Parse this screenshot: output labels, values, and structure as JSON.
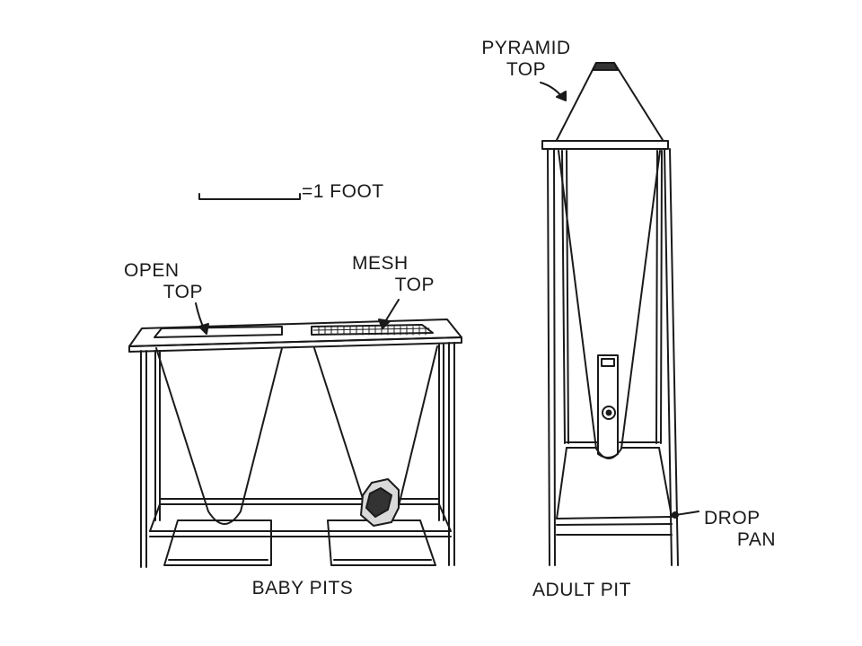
{
  "diagram": {
    "labels": {
      "pyramid_top": [
        "PYRAMID",
        "TOP"
      ],
      "scale": "=1 FOOT",
      "open_top": [
        "OPEN",
        "TOP"
      ],
      "mesh_top": [
        "MESH",
        "TOP"
      ],
      "drop_pan": [
        "DROP",
        "PAN"
      ],
      "baby_pits": "BABY PITS",
      "adult_pit": "ADULT PIT"
    },
    "components": [
      {
        "id": "baby-pits",
        "name": "Baby pits table with two conical pits"
      },
      {
        "id": "adult-pit",
        "name": "Tall adult pit with pyramid top"
      },
      {
        "id": "scale-bar",
        "name": "Scale bar"
      }
    ],
    "edges": [
      {
        "from": "open-top-label",
        "to": "baby-pits-open-slot",
        "type": "arrow"
      },
      {
        "from": "mesh-top-label",
        "to": "baby-pits-mesh-slot",
        "type": "arrow"
      },
      {
        "from": "pyramid-top-label",
        "to": "adult-pit-pyramid",
        "type": "arrow"
      },
      {
        "from": "drop-pan-label",
        "to": "adult-pit-frame",
        "type": "line"
      }
    ],
    "colors": {
      "ink": "#1a1a1a",
      "background": "#ffffff"
    }
  }
}
